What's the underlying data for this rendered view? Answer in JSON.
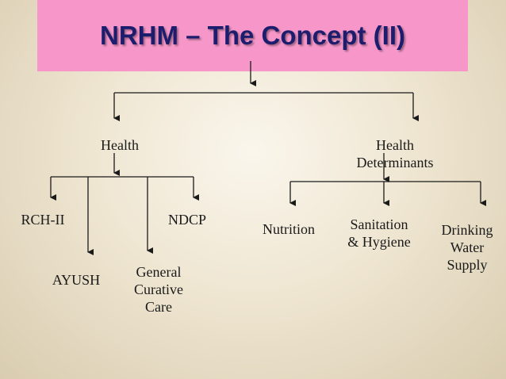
{
  "title": "NRHM – The Concept (II)",
  "colors": {
    "title_bg": "#f797c9",
    "title_text": "#1d1d6e",
    "line": "#1a1a1a"
  },
  "nodes": {
    "health": "Health",
    "health_determinants": "Health Determinants",
    "rch": "RCH-II",
    "ayush": "AYUSH",
    "general_curative_care": "General\nCurative\nCare",
    "ndcp": "NDCP",
    "nutrition": "Nutrition",
    "sanitation": "Sanitation\n& Hygiene",
    "drinking_water": "Drinking\nWater\nSupply"
  }
}
